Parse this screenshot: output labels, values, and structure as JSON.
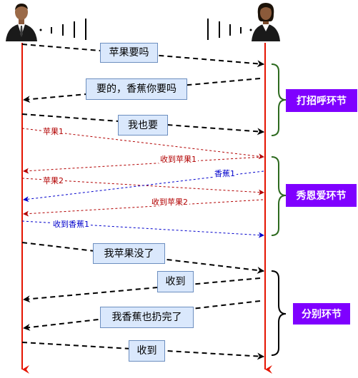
{
  "messages": {
    "m1": "苹果要吗",
    "m2": "要的，香蕉你要吗",
    "m3": "我也要",
    "m4": "苹果1",
    "m5": "收到苹果1",
    "m6": "香蕉1",
    "m7": "苹果2",
    "m8": "收到苹果2",
    "m9": "收到香蕉1",
    "m10": "我苹果没了",
    "m11": "收到",
    "m12": "我香蕉也扔完了",
    "m13": "收到"
  },
  "phases": {
    "p1": "打招呼环节",
    "p2": "秀恩爱环节",
    "p3": "分别环节"
  },
  "colors": {
    "lifeline": "#e51400",
    "black_arrow": "#000000",
    "red_arrow": "#b20000",
    "blue_arrow": "#0000cc",
    "bracket_green": "#2d6a1f",
    "bracket_black": "#000000",
    "phase_fill": "#7f00ff",
    "box_fill": "#dae8fc",
    "box_border": "#6c8ebf"
  },
  "icons": {
    "left_actor": "businessman-icon",
    "right_actor": "businesswoman-icon",
    "signal": "signal-bars-icon"
  }
}
